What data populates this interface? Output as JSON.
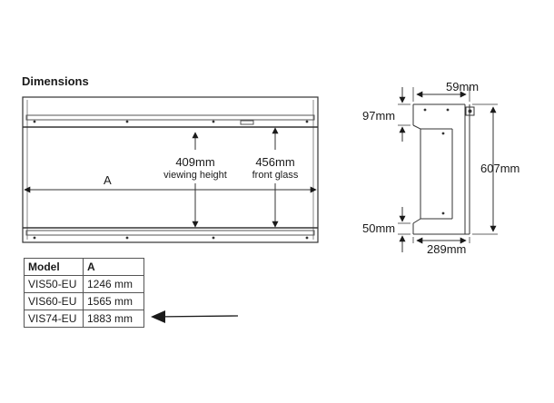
{
  "heading": "Dimensions",
  "front_view": {
    "width_label": "A",
    "viewing": {
      "value": "409mm",
      "caption": "viewing height"
    },
    "glass": {
      "value": "456mm",
      "caption": "front glass"
    }
  },
  "side_view": {
    "top_depth": "59mm",
    "top_offset": "97mm",
    "height": "607mm",
    "bottom_offset": "50mm",
    "depth": "289mm"
  },
  "model_table": {
    "headers": [
      "Model",
      "A"
    ],
    "rows": [
      [
        "VIS50-EU",
        "1246 mm"
      ],
      [
        "VIS60-EU",
        "1565 mm"
      ],
      [
        "VIS74-EU",
        "1883 mm"
      ]
    ]
  }
}
